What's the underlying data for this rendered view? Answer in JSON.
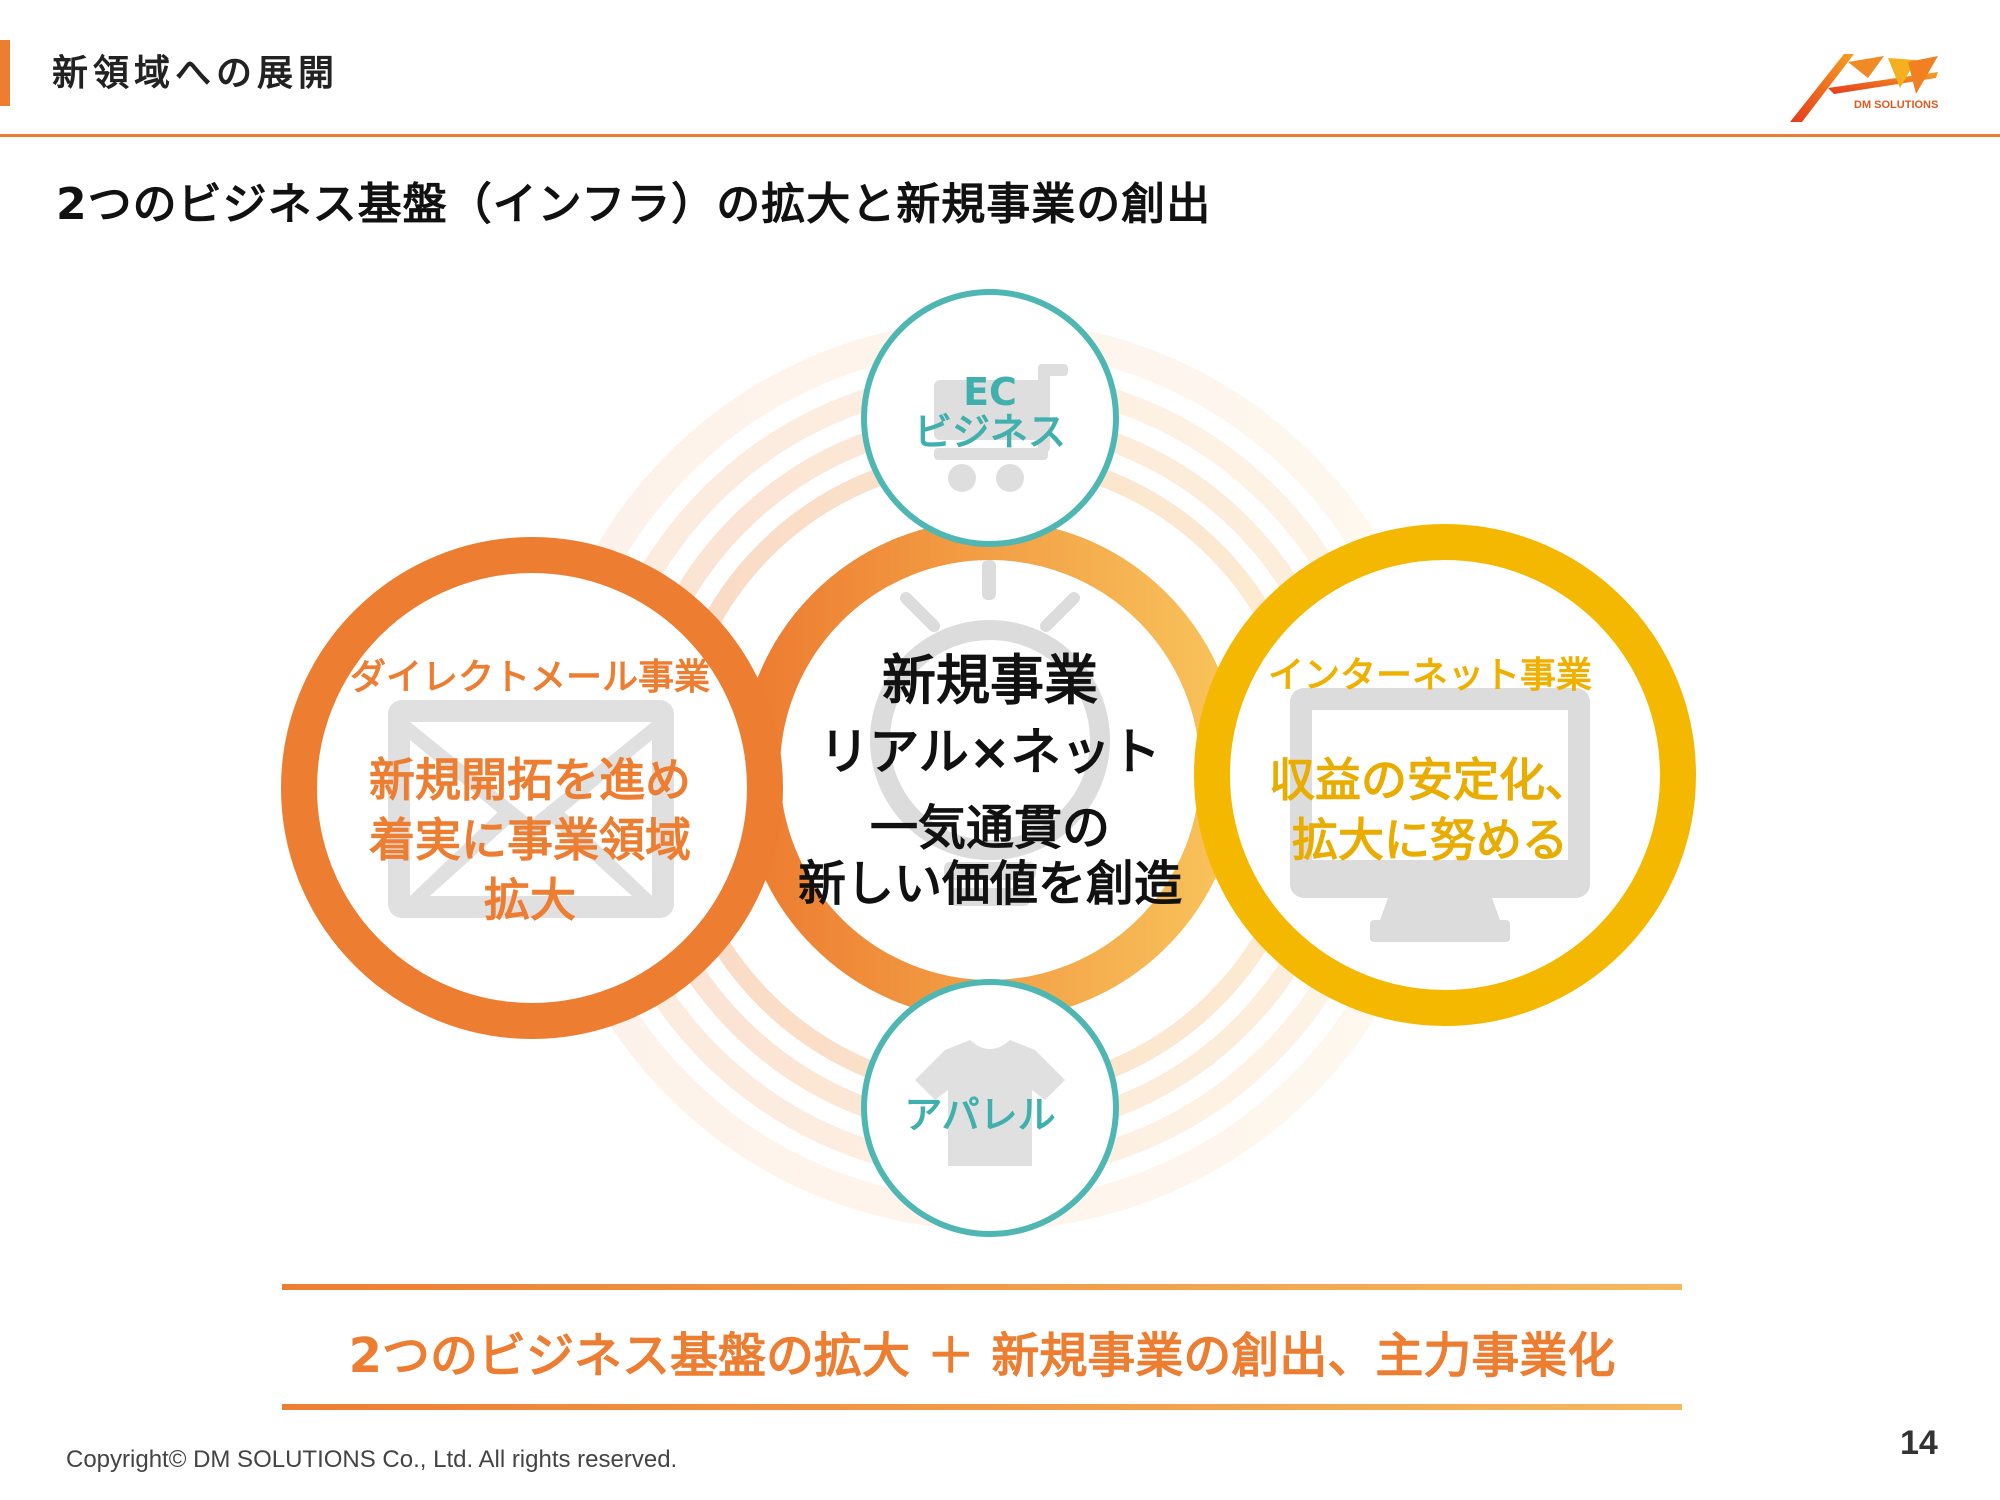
{
  "header": {
    "section_title": "新領域への展開",
    "subtitle": "2つのビジネス基盤（インフラ）の拡大と新規事業の創出",
    "logo_text": "DM SOLUTIONS"
  },
  "diagram": {
    "direct_mail": {
      "title": "ダイレクトメール事業",
      "body_lines": [
        "新規開拓を進め",
        "着実に事業領域",
        "拡大"
      ]
    },
    "internet": {
      "title": "インターネット事業",
      "body_lines": [
        "収益の安定化、",
        "拡大に努める"
      ]
    },
    "center": {
      "line1": "新規事業",
      "line2": "リアル×ネット",
      "line3": "一気通貫の",
      "line4": "新しい価値を創造"
    },
    "ec": {
      "line1": "EC",
      "line2": "ビジネス"
    },
    "apparel": {
      "label": "アパレル"
    },
    "icons": [
      "envelope-icon",
      "monitor-icon",
      "lightbulb-icon",
      "shopping-cart-icon",
      "t-shirt-icon"
    ]
  },
  "bottom": {
    "tagline": "2つのビジネス基盤の拡大 ＋ 新規事業の創出、主力事業化"
  },
  "footer": {
    "copyright": "Copyright© DM SOLUTIONS Co., Ltd. All rights reserved.",
    "page_number": "14"
  },
  "colors": {
    "accent_orange": "#ed7d31",
    "accent_yellow": "#f5b800",
    "accent_teal": "#4fb7b3"
  }
}
